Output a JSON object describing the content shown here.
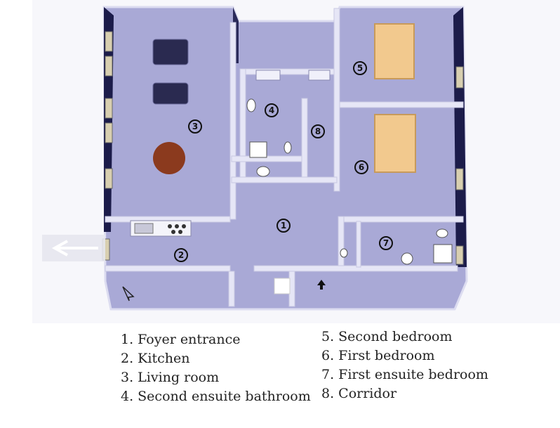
{
  "rooms": [
    {
      "number": "1",
      "label": "1. Foyer entrance"
    },
    {
      "number": "2",
      "label": "2. Kitchen"
    },
    {
      "number": "3",
      "label": "3. Living room"
    },
    {
      "number": "4",
      "label": "4. Second ensuite bathroom"
    },
    {
      "number": "5",
      "label": "5. Second bedroom"
    },
    {
      "number": "6",
      "label": "6. First bedroom"
    },
    {
      "number": "7",
      "label": "7. First ensuite bedroom"
    },
    {
      "number": "8",
      "label": "8. Corridor"
    }
  ],
  "colors": {
    "floor": "#a9a9d6",
    "wall_top": "#e6e6f6",
    "wall_dark": "#1c1c4a",
    "bed": "#f2c98e",
    "rug": "#8b3a1e",
    "sofa": "#2a2a50"
  },
  "icons": [
    "entrance-arrow-icon",
    "exit-arrow-icon",
    "north-arrow-icon"
  ]
}
